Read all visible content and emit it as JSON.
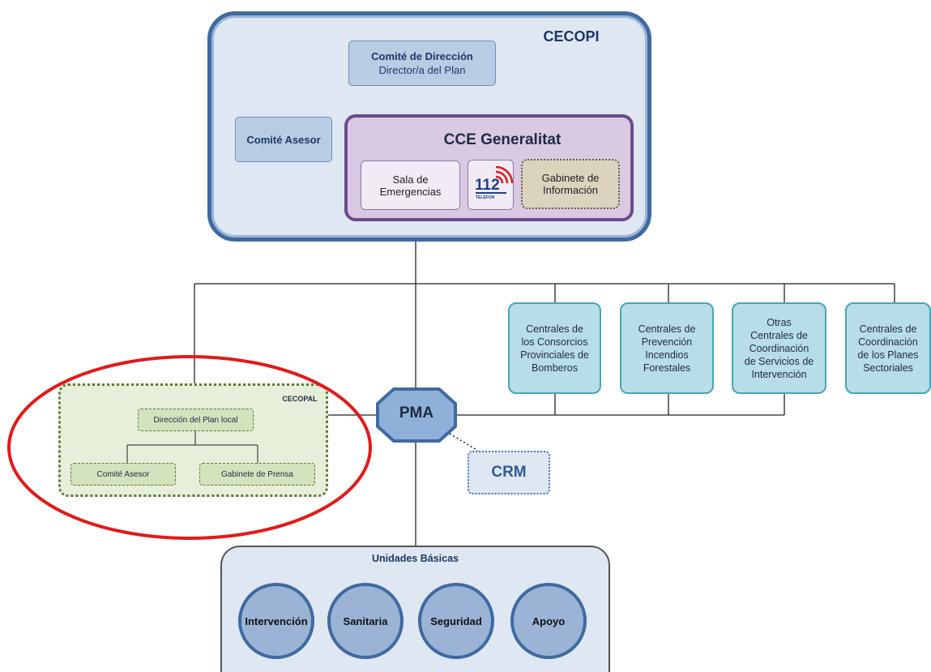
{
  "cecopi": {
    "title": "CECOPI",
    "comite_direccion": {
      "line1": "Comité de Dirección",
      "line2": "Director/a del Plan"
    },
    "comite_asesor": "Comité Asesor",
    "cce": {
      "title": "CCE Generalitat",
      "sala_line1": "Sala de",
      "sala_line2": "Emergencias",
      "logo_number": "112",
      "logo_text": "TELEFON",
      "gabinete_line1": "Gabinete de",
      "gabinete_line2": "Información"
    }
  },
  "centrales": [
    {
      "lines": [
        "Centrales de",
        "los Consorcios",
        "Provinciales de",
        "Bomberos"
      ]
    },
    {
      "lines": [
        "Centrales de",
        "Prevención",
        "Incendios",
        "Forestales"
      ]
    },
    {
      "lines": [
        "Otras",
        "Centrales de",
        "Coordinación",
        "de Servicios de",
        "Intervención"
      ]
    },
    {
      "lines": [
        "Centrales de",
        "Coordinación",
        "de los Planes",
        "Sectoriales"
      ]
    }
  ],
  "cecopal": {
    "title": "CECOPAL",
    "direccion": "Dirección del Plan local",
    "comite": "Comité Asesor",
    "gabinete": "Gabinete de Prensa"
  },
  "pma": "PMA",
  "crm": "CRM",
  "unidades": {
    "title": "Unidades Básicas",
    "items": [
      "Intervención",
      "Sanitaria",
      "Seguridad",
      "Apoyo"
    ]
  },
  "colors": {
    "cecopi_border": "#3f6aa1",
    "cce_border": "#6e4a8a",
    "centrales_border": "#4aa3b8",
    "cecopal_border": "#5f7a3a",
    "highlight_ellipse": "#e01b1b"
  }
}
